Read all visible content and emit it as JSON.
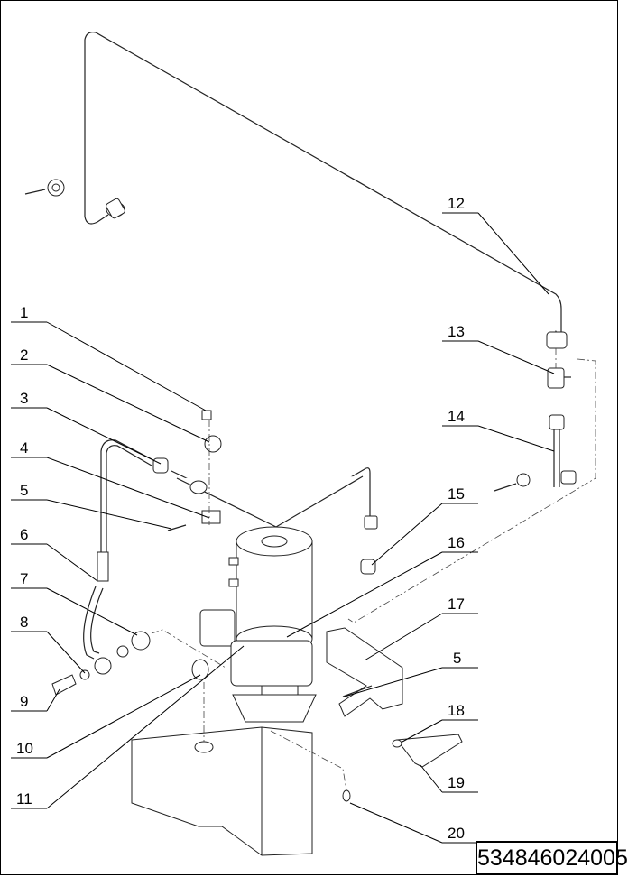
{
  "drawing_number": "534846024005",
  "callouts": [
    {
      "id": "c1",
      "text": "1"
    },
    {
      "id": "c2",
      "text": "2"
    },
    {
      "id": "c3",
      "text": "3"
    },
    {
      "id": "c4",
      "text": "4"
    },
    {
      "id": "c5a",
      "text": "5"
    },
    {
      "id": "c6",
      "text": "6"
    },
    {
      "id": "c7",
      "text": "7"
    },
    {
      "id": "c8",
      "text": "8"
    },
    {
      "id": "c9",
      "text": "9"
    },
    {
      "id": "c10",
      "text": "10"
    },
    {
      "id": "c11",
      "text": "11"
    },
    {
      "id": "c12",
      "text": "12"
    },
    {
      "id": "c13",
      "text": "13"
    },
    {
      "id": "c14",
      "text": "14"
    },
    {
      "id": "c15",
      "text": "15"
    },
    {
      "id": "c16",
      "text": "16"
    },
    {
      "id": "c17",
      "text": "17"
    },
    {
      "id": "c5b",
      "text": "5"
    },
    {
      "id": "c18",
      "text": "18"
    },
    {
      "id": "c19",
      "text": "19"
    },
    {
      "id": "c20",
      "text": "20"
    }
  ]
}
